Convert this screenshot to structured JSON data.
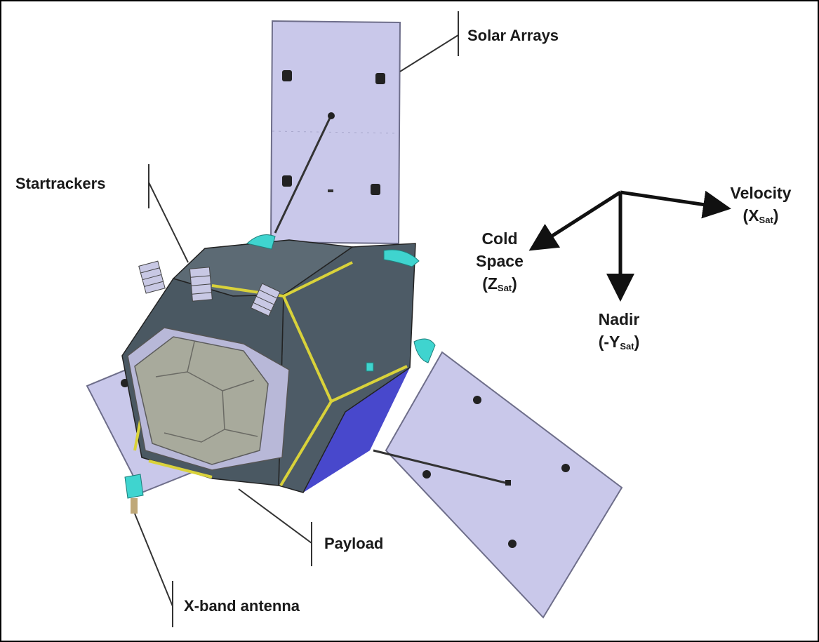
{
  "diagram": {
    "subject": "Satellite spacecraft configuration with body axes",
    "colors": {
      "solar_panel": "#c9c8ea",
      "solar_panel_edge": "#6e6e8a",
      "bus_body": "#4d5b66",
      "bus_dark": "#34414b",
      "frame_yellow": "#d9d23a",
      "payload_face": "#a8aa9c",
      "bottom_panel": "#4848cc",
      "accent_cyan": "#3fd4cf",
      "arrow": "#111111"
    },
    "callouts": [
      {
        "id": "solar-arrays",
        "label": "Solar Arrays"
      },
      {
        "id": "startrackers",
        "label": "Startrackers"
      },
      {
        "id": "payload",
        "label": "Payload"
      },
      {
        "id": "x-band-antenna",
        "label": "X-band antenna"
      }
    ],
    "axes": {
      "velocity": {
        "name": "Velocity",
        "symbol": "(X",
        "subscript": "Sat",
        "close": ")"
      },
      "cold_space": {
        "name_line1": "Cold",
        "name_line2": "Space",
        "symbol": "(Z",
        "subscript": "Sat",
        "close": ")"
      },
      "nadir": {
        "name": "Nadir",
        "symbol": "(-Y",
        "subscript": "Sat",
        "close": ")"
      }
    }
  }
}
